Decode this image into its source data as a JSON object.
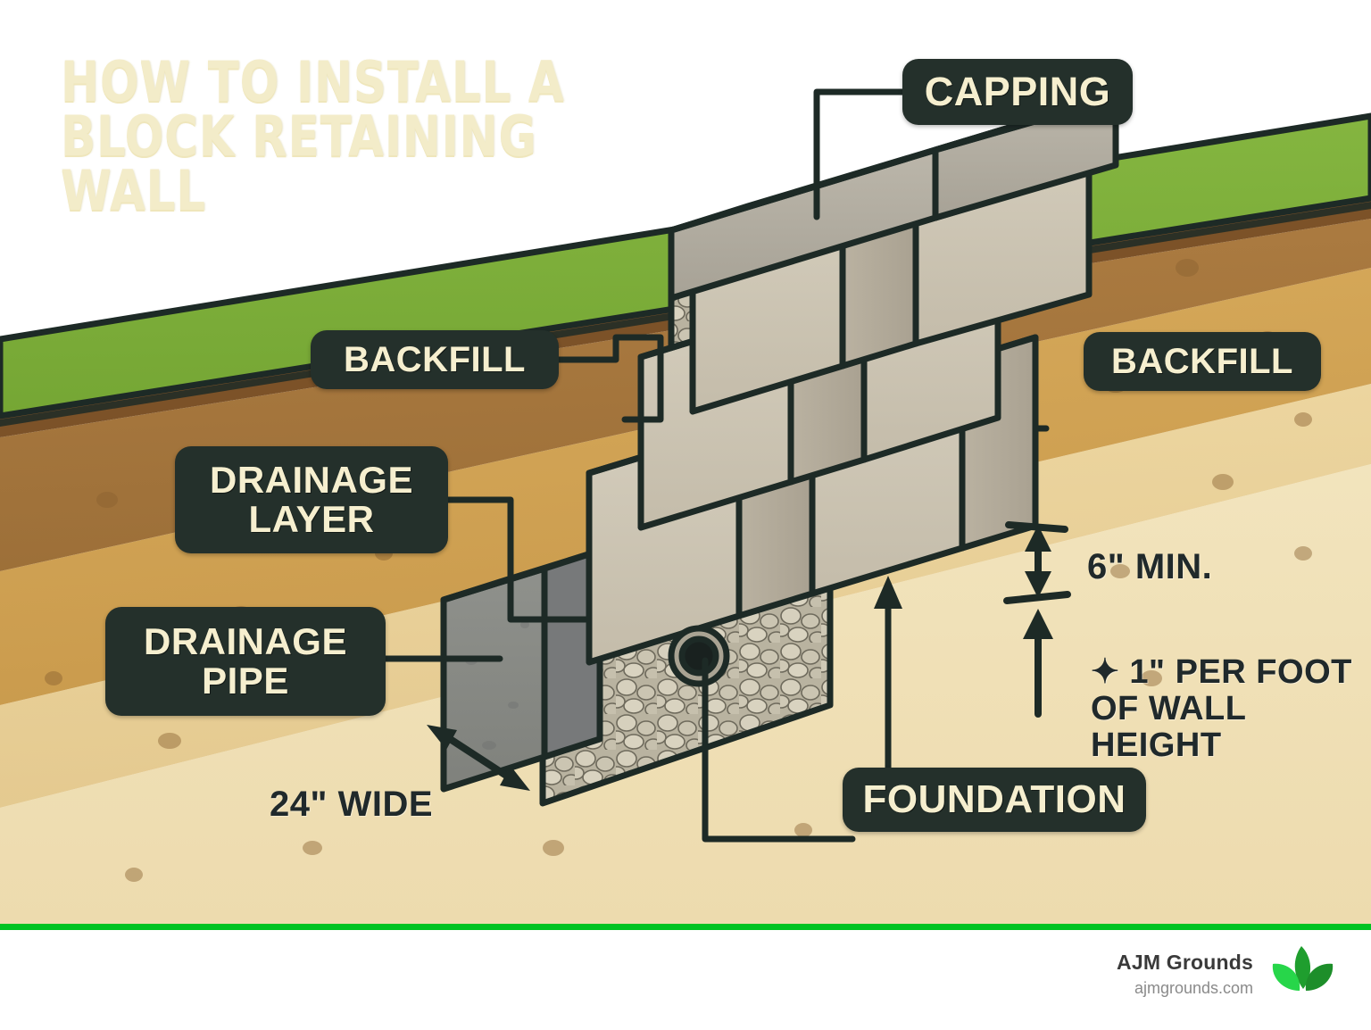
{
  "title": "HOW TO INSTALL A\nBLOCK RETAINING\nWALL",
  "labels": {
    "capping": "CAPPING",
    "backfill_left": "BACKFILL",
    "backfill_right": "BACKFILL",
    "drainage_layer": "DRAINAGE\nLAYER",
    "drainage_pipe": "DRAINAGE\nPIPE",
    "foundation": "FOUNDATION"
  },
  "dimensions": {
    "width_note": "24\" WIDE",
    "min_depth": "6\" MIN.",
    "setback": "✦ 1\" PER FOOT\nOF WALL\nHEIGHT"
  },
  "brand": {
    "name": "AJM Grounds",
    "url": "ajmgrounds.com",
    "logo": "leaf-icon"
  },
  "colors": {
    "pill_bg": "#24302b",
    "pill_text": "#f6efcf",
    "title_text": "#f3ecc9",
    "grass": "#7fb03b",
    "grass_shade": "#6b9a31",
    "topsoil_dark": "#7c5228",
    "soil_brown": "#a9793f",
    "soil_tan": "#d2a558",
    "soil_sand": "#e8cf96",
    "soil_cream": "#f0e0b8",
    "block_face": "#cbc4b2",
    "block_top": "#d6d0c2",
    "block_side": "#b4ac9b",
    "cap_top": "#8d8a80",
    "cap_face": "#b3aea2",
    "gravel": "#c8c2ab",
    "foundation_block": "#8e8f8b",
    "outline": "#1d2a26",
    "accent_green": "#00c322"
  }
}
